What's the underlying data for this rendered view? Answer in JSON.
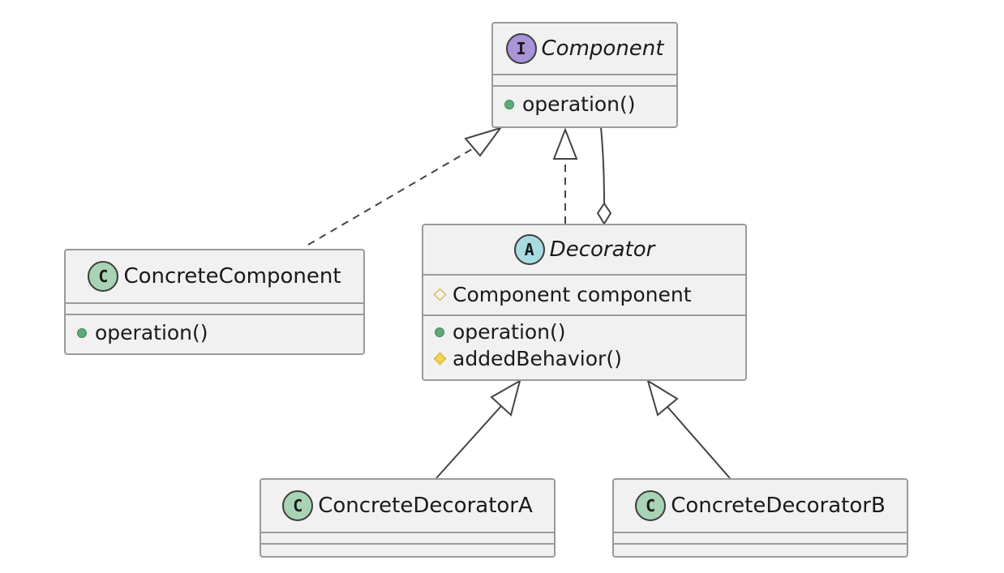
{
  "component": {
    "stereotype": "I",
    "name": "Component",
    "methods": [
      {
        "visibility": "public",
        "text": "operation()"
      }
    ]
  },
  "concrete_component": {
    "stereotype": "C",
    "name": "ConcreteComponent",
    "methods": [
      {
        "visibility": "public",
        "text": "operation()"
      }
    ]
  },
  "decorator": {
    "stereotype": "A",
    "name": "Decorator",
    "fields": [
      {
        "visibility": "protected",
        "text": "Component component"
      }
    ],
    "methods": [
      {
        "visibility": "public",
        "text": "operation()"
      },
      {
        "visibility": "protected",
        "text": "addedBehavior()"
      }
    ]
  },
  "decorator_a": {
    "stereotype": "C",
    "name": "ConcreteDecoratorA"
  },
  "decorator_b": {
    "stereotype": "C",
    "name": "ConcreteDecoratorB"
  },
  "relations": [
    {
      "from": "ConcreteComponent",
      "to": "Component",
      "kind": "realization"
    },
    {
      "from": "Decorator",
      "to": "Component",
      "kind": "realization"
    },
    {
      "from": "Decorator",
      "to": "Component",
      "kind": "aggregation"
    },
    {
      "from": "ConcreteDecoratorA",
      "to": "Decorator",
      "kind": "generalization"
    },
    {
      "from": "ConcreteDecoratorB",
      "to": "Decorator",
      "kind": "generalization"
    }
  ],
  "colors": {
    "interface_badge": "#a993d9",
    "abstract_badge": "#a9dce0",
    "class_badge": "#a8d3b4",
    "public_marker": "#5ea978",
    "protected_marker": "#f2d54b",
    "box_fill": "#f1f1f1",
    "box_border": "#9a9a9a"
  }
}
